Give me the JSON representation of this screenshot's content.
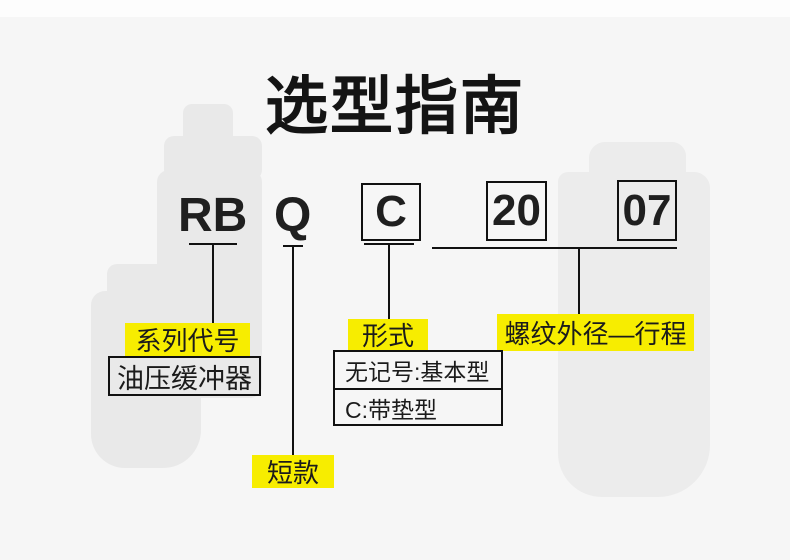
{
  "title": "选型指南",
  "code": {
    "series": "RB",
    "short_type": "Q",
    "form": "C",
    "thread_od": "20",
    "stroke": "07"
  },
  "annotations": {
    "series_label": "系列代号",
    "series_value": "油压缓冲器",
    "form_label": "形式",
    "form_options": [
      "无记号:基本型",
      "C:带垫型"
    ],
    "thread_stroke_label": "螺纹外径—行程",
    "short_label": "短款"
  },
  "colors": {
    "background": "#f6f6f6",
    "top_strip": "#fdfdfd",
    "highlight_yellow": "#f7ed00",
    "text": "#1b1b1b",
    "silhouette": "#e9e9e9"
  }
}
